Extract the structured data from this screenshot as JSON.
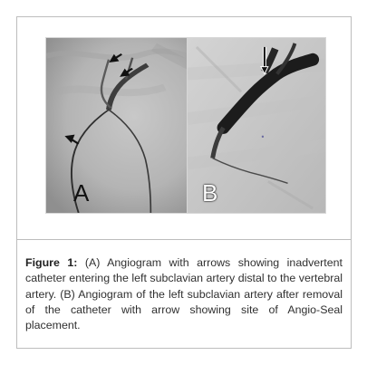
{
  "figure": {
    "panel_a_letter": "A",
    "panel_b_letter": "B",
    "caption_label": "Figure 1:",
    "caption_text": "(A) Angiogram with arrows showing inadvertent catheter entering the left subclavian artery distal to the vertebral artery. (B) Angiogram of the left subclavian artery after removal of the catheter with arrow showing site of Angio-Seal placement."
  }
}
